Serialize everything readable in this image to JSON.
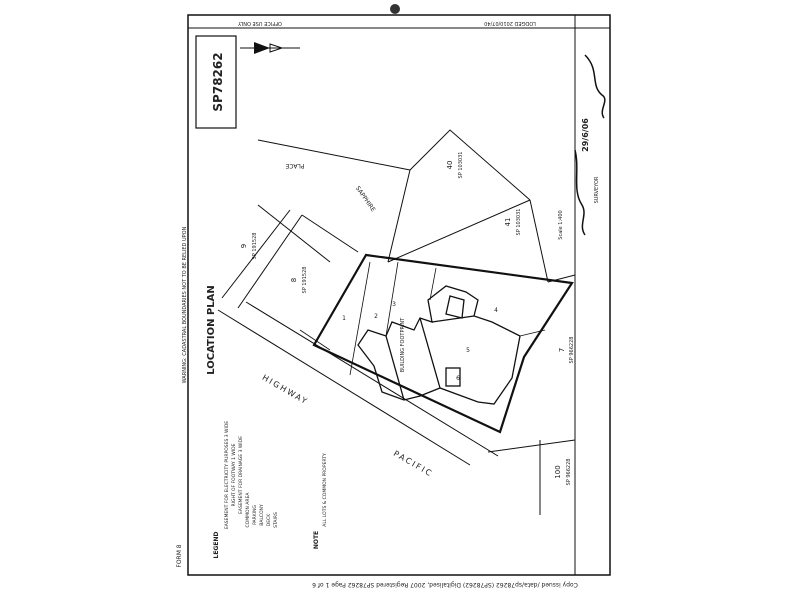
{
  "sheet": {
    "plan_number": "SP78262",
    "title": "LOCATION PLAN",
    "warning": "WARNING: CADASTRAL BOUNDARIES NOT TO BE RELIED UPON",
    "form_label": "FORM 8",
    "lodged": "LODGED 2010/07/40",
    "registered": "REGISTERED",
    "office_use": "OFFICE USE ONLY",
    "scale": "Scale 1:400",
    "surveyor_date": "29/6/06",
    "surveyor_title": "SURVEYOR",
    "footer": "Copy issued /data/sp78262 (SP78262) Digitalised, 2007 Registered SP78262 Page 1 of 6"
  },
  "labels": {
    "road_highway": "HIGHWAY",
    "road_pacific": "PACIFIC",
    "road_place": "PLACE",
    "road_sapphire": "SAPPHIRE",
    "lot_a": "8",
    "lot_a_plan": "SP 191528",
    "lot_b": "9",
    "lot_b_plan": "SP 191528",
    "lot_c": "40",
    "lot_c_plan": "SP 103031",
    "lot_d": "41",
    "lot_d_plan": "SP 103031",
    "lot_e": "7",
    "lot_e_plan": "SP 966228",
    "lot_f": "100",
    "lot_f_plan": "SP 966228",
    "building": "BUILDING FOOTPRINT",
    "unit_1": "1",
    "unit_2": "2",
    "unit_3": "3",
    "unit_4": "4",
    "unit_5": "5",
    "unit_6": "6"
  },
  "legend": {
    "heading": "LEGEND",
    "items": [
      "EASEMENT FOR ELECTRICITY PURPOSES 3 WIDE",
      "RIGHT OF FOOTWAY 1 WIDE",
      "EASEMENT FOR DRAINAGE 3 WIDE",
      "COMMON AREA",
      "PARKING",
      "BALCONY",
      "DECK",
      "STAIRS"
    ],
    "note_heading": "NOTE",
    "note": "ALL LOTS & COMMON PROPERTY"
  }
}
